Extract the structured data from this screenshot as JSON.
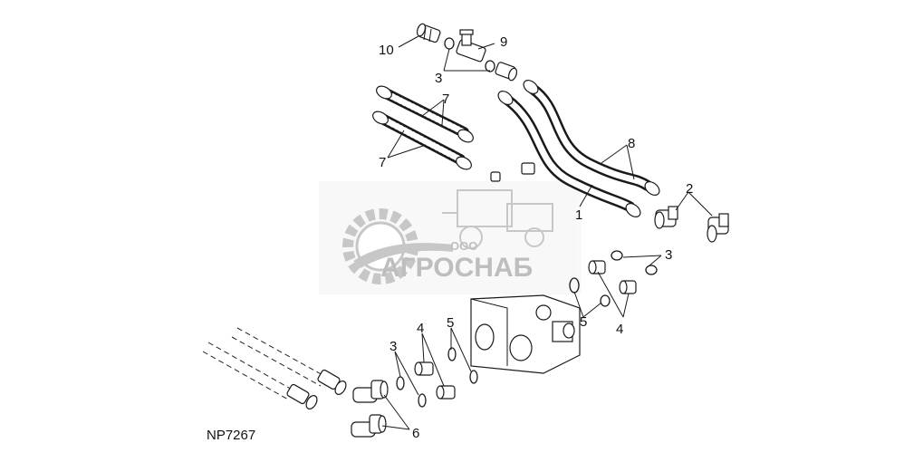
{
  "figure_id": "NP7267",
  "watermark": {
    "prefix": "ООО",
    "brand": "АГРОСНАБ",
    "colors": {
      "gear": "#9a9a9a",
      "text": "#8a8a8a"
    }
  },
  "callouts": {
    "c1": "1",
    "c2": "2",
    "c3": "3",
    "c4": "4",
    "c5": "5",
    "c6": "6",
    "c7": "7",
    "c8": "8",
    "c9": "9",
    "c10": "10"
  },
  "colors": {
    "ink": "#1a1a1a",
    "background": "#ffffff"
  }
}
